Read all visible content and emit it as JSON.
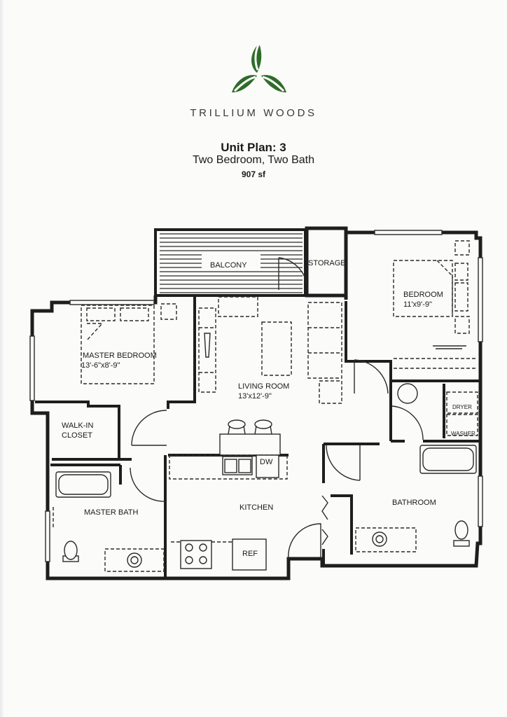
{
  "brand": {
    "name": "TRILLIUM WOODS",
    "logo_icon": "trillium-leaf-icon",
    "logo_color": "#2e6b2a"
  },
  "unit": {
    "title": "Unit Plan: 3",
    "subtitle": "Two Bedroom, Two Bath",
    "size": "907 sf"
  },
  "rooms": {
    "balcony": "BALCONY",
    "storage": "STORAGE",
    "bedroom": {
      "name": "BEDROOM",
      "dims": "11'x9'-9\""
    },
    "master_bedroom": {
      "name": "MASTER BEDROOM",
      "dims": "13'-6\"x8'-9\""
    },
    "living_room": {
      "name": "LIVING ROOM",
      "dims": "13'x12'-9\""
    },
    "walk_in_closet": {
      "line1": "WALK-IN",
      "line2": "CLOSET"
    },
    "master_bath": "MASTER BATH",
    "kitchen": "KITCHEN",
    "bathroom": "BATHROOM"
  },
  "fixtures": {
    "dishwasher": "DW",
    "refrigerator": "REF",
    "dryer": "DRYER",
    "washer": "WASHER"
  }
}
